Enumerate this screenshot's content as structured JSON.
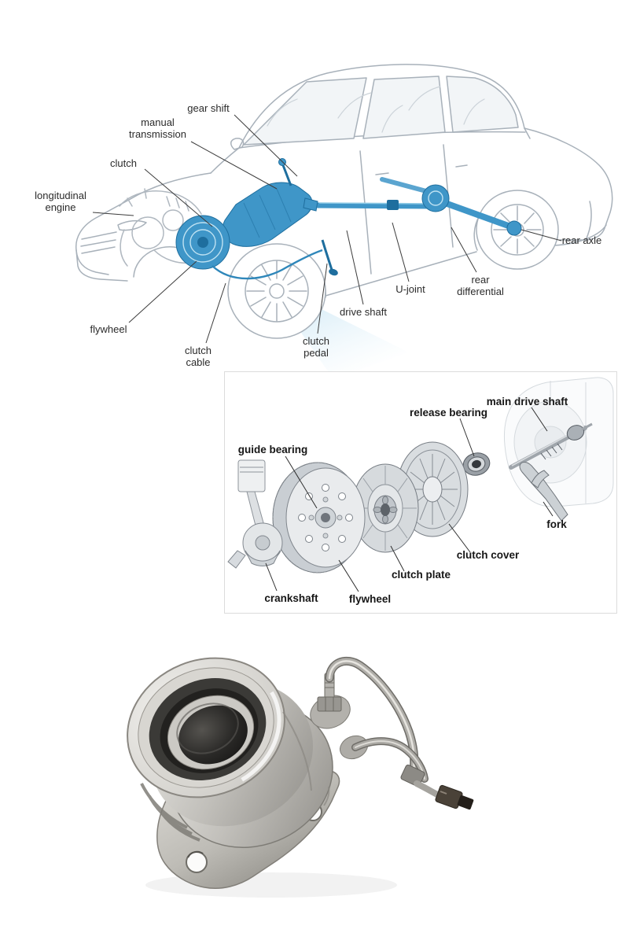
{
  "diagram1": {
    "labels": {
      "gear_shift": "gear shift",
      "manual_transmission": "manual\ntransmission",
      "clutch": "clutch",
      "longitudinal_engine": "longitudinal\nengine",
      "flywheel": "flywheel",
      "clutch_cable": "clutch\ncable",
      "clutch_pedal": "clutch\npedal",
      "drive_shaft": "drive shaft",
      "u_joint": "U-joint",
      "rear_differential": "rear\ndifferential",
      "rear_axle": "rear axle"
    }
  },
  "diagram2": {
    "labels": {
      "guide_bearing": "guide bearing",
      "release_bearing": "release bearing",
      "main_drive_shaft": "main drive shaft",
      "fork": "fork",
      "clutch_cover": "clutch cover",
      "clutch_plate": "clutch plate",
      "flywheel": "flywheel",
      "crankshaft": "crankshaft"
    }
  },
  "colors": {
    "drivetrain_blue": "#3f96c8",
    "drivetrain_blue_dark": "#1e6e9e",
    "beam_blue": "#9fd3ea",
    "box_border": "#dcdcdc"
  }
}
